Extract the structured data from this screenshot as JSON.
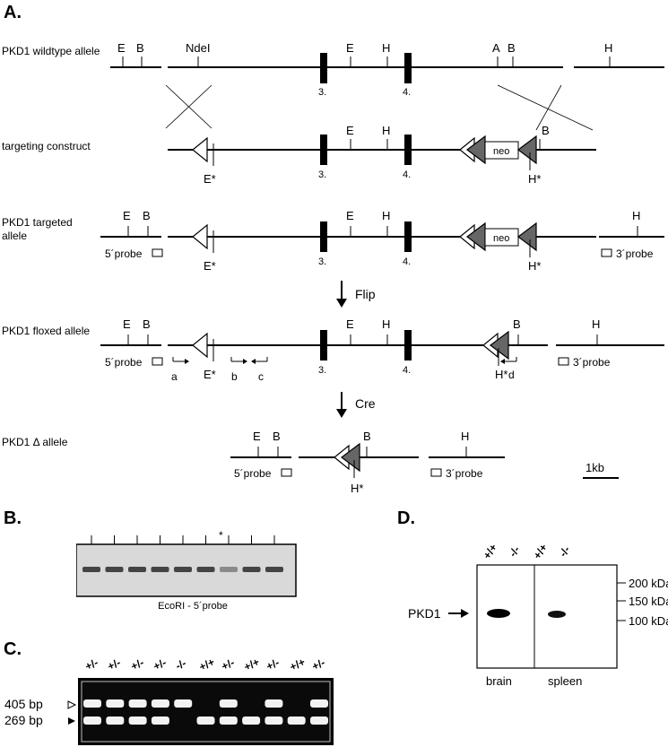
{
  "panels": {
    "a": "A.",
    "b": "B.",
    "c": "C.",
    "d": "D."
  },
  "rows": {
    "wt": "PKD1 wildtype allele",
    "tc": "targeting construct",
    "ta": "PKD1 targeted allele",
    "fl": "PKD1 floxed allele",
    "del": "PKD1 Δ allele"
  },
  "site_labels": {
    "E": "E",
    "B": "B",
    "H": "H",
    "A": "A",
    "NdeI": "NdeI",
    "Estar": "E*",
    "Hstar": "H*",
    "exon3": "3.",
    "exon4": "4.",
    "neo": "neo"
  },
  "probes": {
    "p5": "5´probe",
    "p3": "3´probe"
  },
  "primers": {
    "a": "a",
    "b": "b",
    "c": "c",
    "d": "d"
  },
  "steps": {
    "flip": "Flip",
    "cre": "Cre"
  },
  "scale_bar": "1kb",
  "blot_b": {
    "caption": "EcoRI - 5´probe",
    "star": "*"
  },
  "gel_c": {
    "lanes": [
      "+/-",
      "+/-",
      "+/-",
      "+/-",
      "-/-",
      "+/+",
      "+/-",
      "+/+",
      "+/-",
      "+/+",
      "+/-"
    ],
    "band_upper": "405 bp",
    "band_lower": "269 bp",
    "upper_present": [
      1,
      1,
      1,
      1,
      1,
      0,
      1,
      0,
      1,
      0,
      1
    ],
    "lower_present": [
      1,
      1,
      1,
      1,
      0,
      1,
      1,
      1,
      1,
      1,
      1
    ]
  },
  "western_d": {
    "lanes": [
      "+/+",
      "-/-",
      "+/+",
      "-/-"
    ],
    "target": "PKD1",
    "markers": [
      "200 kDa",
      "150 kDa",
      "100 kDa"
    ],
    "tissues": [
      "brain",
      "spleen"
    ]
  }
}
